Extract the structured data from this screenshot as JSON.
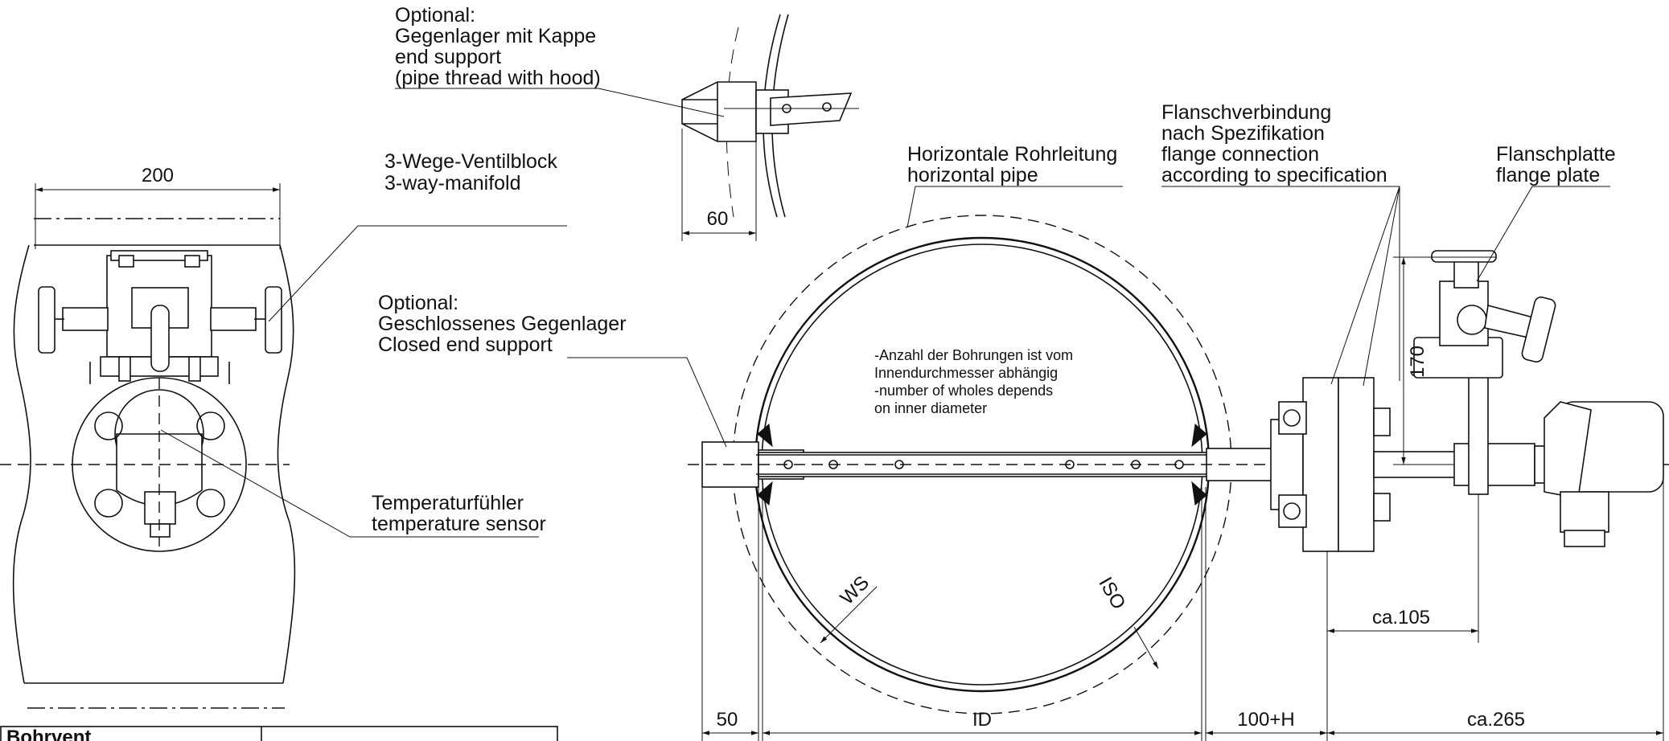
{
  "labels": {
    "end_support_hood": [
      "Optional:",
      "Gegenlager mit Kappe",
      "end support",
      "(pipe thread with hood)"
    ],
    "manifold": [
      "3-Wege-Ventilblock",
      "3-way-manifold"
    ],
    "horizontal_pipe": [
      "Horizontale Rohrleitung",
      "horizontal pipe"
    ],
    "flange_connection": [
      "Flanschverbindung",
      "nach Spezifikation",
      "flange connection",
      "according to specification"
    ],
    "flange_plate": [
      "Flanschplatte",
      "flange plate"
    ],
    "closed_end_support": [
      "Optional:",
      "Geschlossenes Gegenlager",
      "Closed end support"
    ],
    "temperature_sensor": [
      "Temperaturfühler",
      "temperature sensor"
    ],
    "bore_note": [
      "-Anzahl der Bohrungen ist vom",
      " Innendurchmesser abhängig",
      "-number of wholes depends",
      " on inner diameter"
    ]
  },
  "dimensions": {
    "width_200": "200",
    "d_60": "60",
    "d_170": "170",
    "ws": "WS",
    "iso": "ISO",
    "ca105": "ca.105",
    "d_50": "50",
    "id": "ID",
    "h_100": "100+H",
    "ca265": "ca.265"
  },
  "title_block": {
    "heading": "Bohrvent"
  }
}
